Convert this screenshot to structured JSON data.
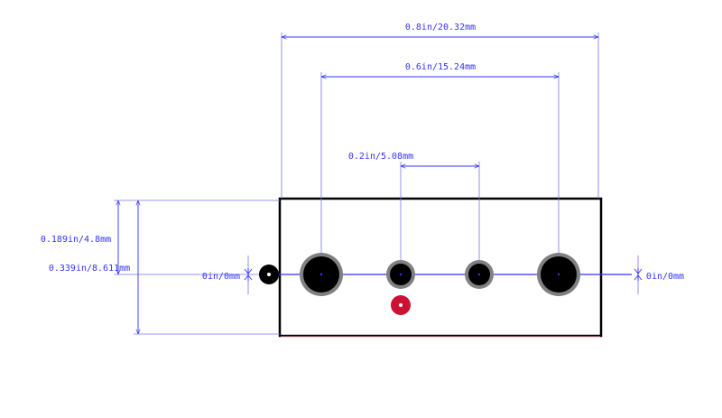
{
  "colors": {
    "background": "#ffffff",
    "dimension": "#3333ff",
    "outline": "#000000",
    "outline_fill": "#ffffff",
    "pad_ring": "#808080",
    "pad_hole": "#000000",
    "marker_red": "#cc1133",
    "marker_black": "#000000"
  },
  "dimensions": {
    "overall_width": "0.8in/20.32mm",
    "outer_pin_spacing": "0.6in/15.24mm",
    "inner_pin_spacing": "0.2in/5.08mm",
    "half_height": "0.189in/4.8mm",
    "overall_height": "0.339in/8.611mm",
    "left_zero": "0in/0mm",
    "right_zero": "0in/0mm"
  },
  "icons": {
    "pin1_marker": "filled-circle-red",
    "origin_marker": "filled-circle-black"
  }
}
